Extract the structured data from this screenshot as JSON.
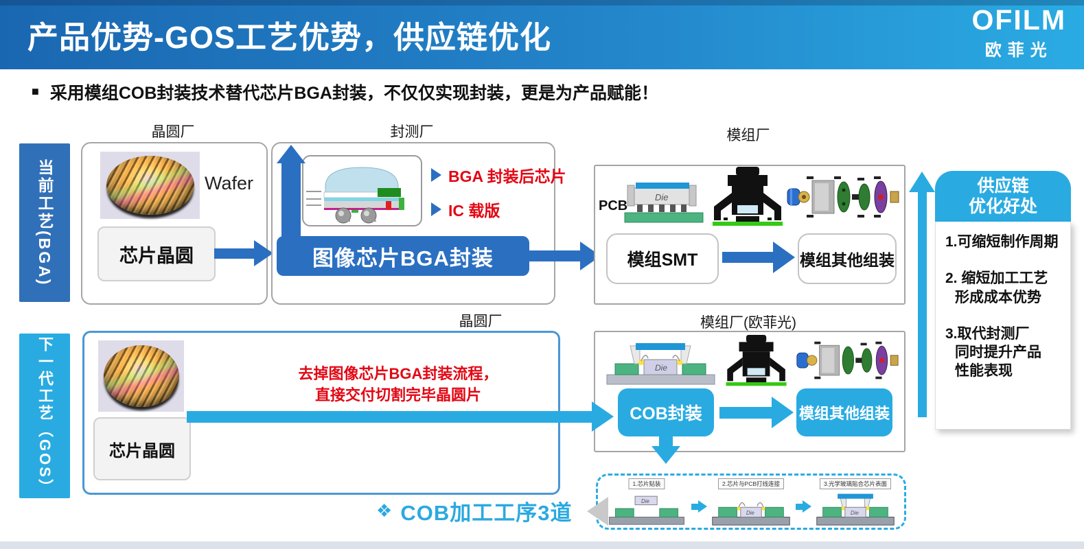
{
  "colors": {
    "header_gradient_left": "#1a67b1",
    "header_gradient_right": "#2aabe3",
    "primary_blue": "#2b6fc1",
    "accent_cyan": "#29abe2",
    "red_text": "#e30613",
    "border_gray": "#a5a5a5",
    "footer_bar": "#dce1ea"
  },
  "header": {
    "title": "产品优势-GOS工艺优势，供应链优化",
    "logo": "OFILM",
    "logo_cn": "欧菲光"
  },
  "intro": {
    "bullet": "■",
    "text": "采用模组COB封装技术替代芯片BGA封装，不仅仅实现封装，更是为产品赋能！"
  },
  "current": {
    "side_label": "当前工艺(BGA)",
    "fab_title": "晶圆厂",
    "wafer_label": "Wafer",
    "wafer_box": "芯片晶圆",
    "osat_title": "封测厂",
    "callout_1": "BGA 封装后芯片",
    "callout_2": "IC 载版",
    "bga_bar": "图像芯片BGA封装",
    "module_title": "模组厂",
    "pcb_label": "PCB",
    "die_label": "Die",
    "step_smt": "模组SMT",
    "step_assembly": "模组其他组装"
  },
  "next": {
    "side_label": "下一代工艺（GOS）",
    "fab_title": "晶圆厂",
    "wafer_box": "芯片晶圆",
    "note_line1": "去掉图像芯片BGA封装流程，",
    "note_line2": "直接交付切割完毕晶圆片",
    "module_title": "模组厂(欧菲光)",
    "die_label": "Die",
    "step_cob": "COB封装",
    "step_assembly": "模组其他组装",
    "cob_step_1": "1.芯片贴装",
    "cob_step_2": "2.芯片与PCB打线连接",
    "cob_step_3": "3.光学玻璃贴合芯片表面",
    "cob_caption_icon": "❖",
    "cob_caption": "COB加工工序3道"
  },
  "sidebar": {
    "title_line1": "供应链",
    "title_line2": "优化好处",
    "item1_line1": "1.可缩短制作周期",
    "item2_line1": "2. 缩短加工工艺",
    "item2_line2": "形成成本优势",
    "item3_line1": "3.取代封测厂",
    "item3_line2": "同时提升产品",
    "item3_line3": "性能表现"
  }
}
